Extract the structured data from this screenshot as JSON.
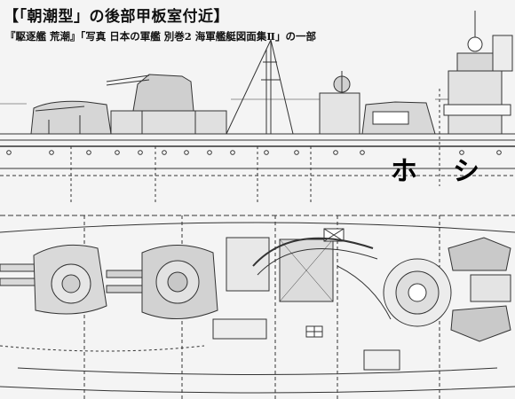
{
  "title": "【「朝潮型」の後部甲板室付近】",
  "subtitle": "『駆逐艦 荒潮』「写真 日本の軍艦 別巻2 海軍艦艇図面集Ⅱ」の一部",
  "hull_marks": [
    "ホ",
    "シ"
  ],
  "colors": {
    "background": "#f4f4f4",
    "line": "#333333",
    "shade": "#bdbdbd"
  }
}
